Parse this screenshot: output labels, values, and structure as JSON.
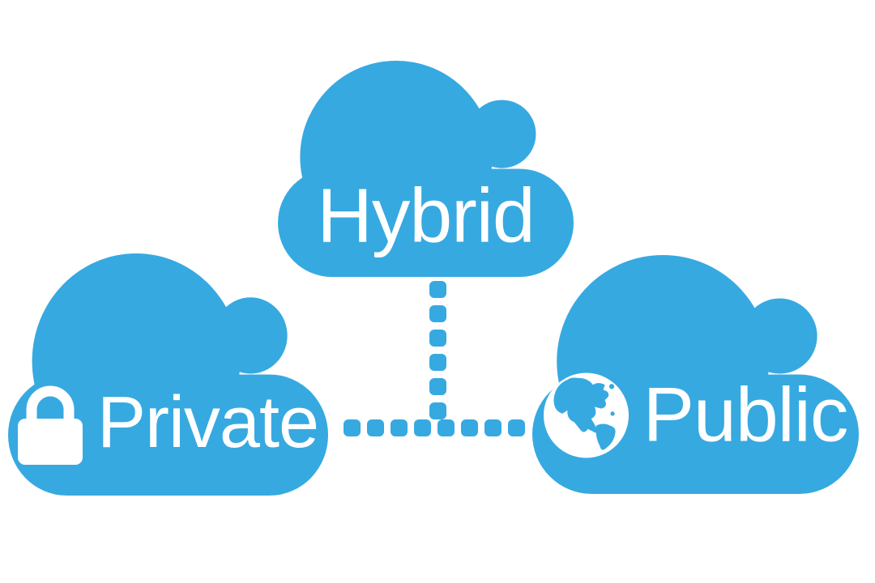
{
  "colors": {
    "cloud_blue": "#36A9E1",
    "text_white": "#ffffff",
    "background": "#ffffff"
  },
  "clouds": {
    "hybrid": {
      "label": "Hybrid",
      "icon": null
    },
    "private": {
      "label": "Private",
      "icon": "lock-icon"
    },
    "public": {
      "label": "Public",
      "icon": "globe-icon"
    }
  },
  "connectors": {
    "vertical": {
      "from": "hybrid",
      "to": "junction",
      "style": "dotted"
    },
    "horizontal": {
      "from": "private",
      "to": "public",
      "style": "dotted"
    }
  }
}
